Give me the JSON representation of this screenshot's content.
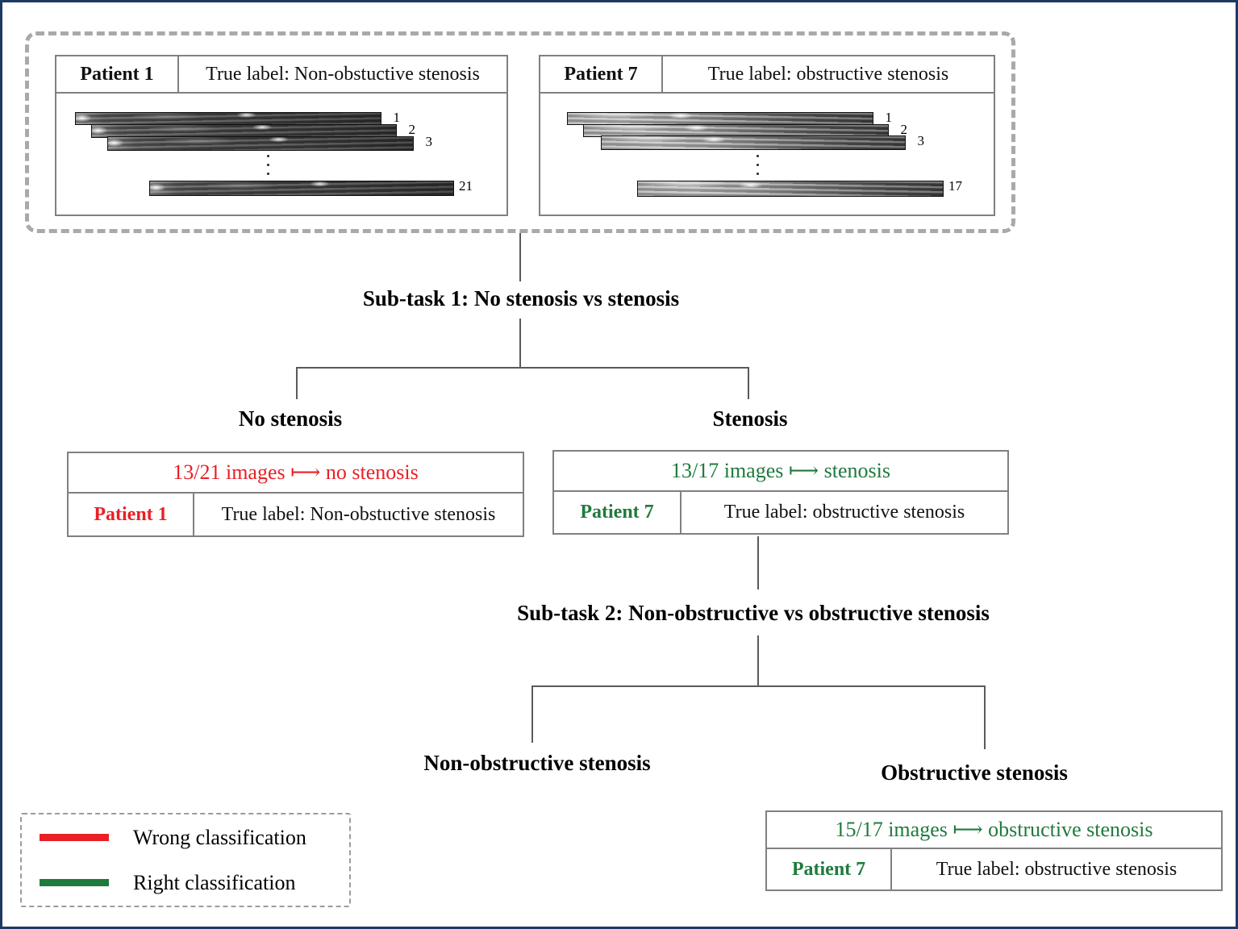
{
  "colors": {
    "wrong": "#e92026",
    "right": "#1f7a3d",
    "frame": "#1f3864"
  },
  "dataset_panels": [
    {
      "patient": "Patient 1",
      "true_label": "True label: Non-obstuctive stenosis",
      "strips": [
        "1",
        "2",
        "3",
        "21"
      ]
    },
    {
      "patient": "Patient 7",
      "true_label": "True label: obstructive stenosis",
      "strips": [
        "1",
        "2",
        "3",
        "17"
      ]
    }
  ],
  "subtask1": {
    "title": "Sub-task 1: No stenosis vs stenosis",
    "left_branch": "No stenosis",
    "right_branch": "Stenosis",
    "left_result": {
      "summary": "13/21 images ⟼ no stenosis",
      "patient": "Patient 1",
      "true_label": "True label: Non-obstuctive stenosis",
      "status": "wrong"
    },
    "right_result": {
      "summary": "13/17 images ⟼ stenosis",
      "patient": "Patient 7",
      "true_label": "True label: obstructive stenosis",
      "status": "right"
    }
  },
  "subtask2": {
    "title": "Sub-task 2: Non-obstructive vs obstructive stenosis",
    "left_branch": "Non-obstructive stenosis",
    "right_branch": "Obstructive stenosis",
    "right_result": {
      "summary": "15/17 images ⟼ obstructive stenosis",
      "patient": "Patient 7",
      "true_label": "True label: obstructive stenosis",
      "status": "right"
    }
  },
  "legend": {
    "wrong_label": "Wrong classification",
    "right_label": "Right classification"
  }
}
